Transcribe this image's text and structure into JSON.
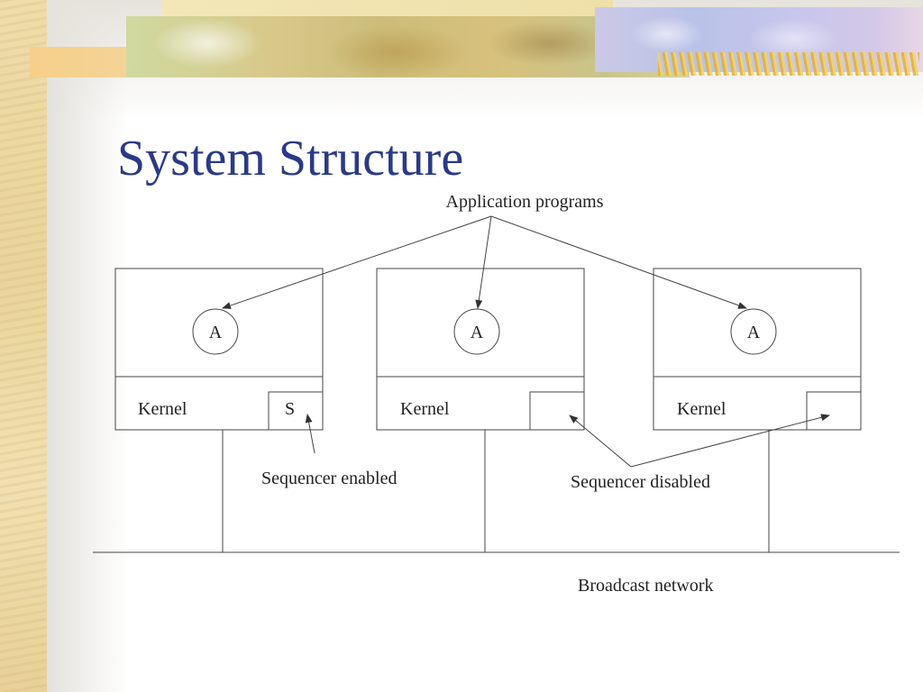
{
  "slide": {
    "title": "System Structure"
  },
  "diagram": {
    "app_label": "Application programs",
    "machines": [
      {
        "process_label": "A",
        "kernel_label": "Kernel",
        "sequencer_label": "S"
      },
      {
        "process_label": "A",
        "kernel_label": "Kernel",
        "sequencer_label": ""
      },
      {
        "process_label": "A",
        "kernel_label": "Kernel",
        "sequencer_label": ""
      }
    ],
    "sequencer_enabled_label": "Sequencer enabled",
    "sequencer_disabled_label": "Sequencer disabled",
    "network_label": "Broadcast network"
  }
}
